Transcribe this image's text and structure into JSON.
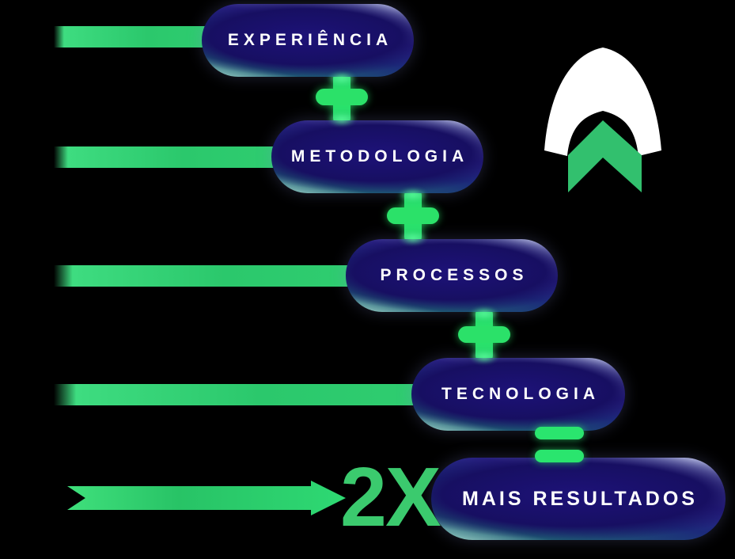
{
  "diagram": {
    "steps": [
      {
        "label": "EXPERIÊNCIA"
      },
      {
        "label": "METODOLOGIA"
      },
      {
        "label": "PROCESSOS"
      },
      {
        "label": "TECNOLOGIA"
      }
    ],
    "operators": {
      "plus": "+",
      "equals": "="
    },
    "result": {
      "multiplier": "2X",
      "label": "MAIS RESULTADOS"
    }
  },
  "colors": {
    "background": "#000000",
    "pill_core_navy": "#1a1070",
    "pill_rim_light": "#c9cdec",
    "pill_rim_teal": "#a8dfce",
    "lead_bar_green": "#2cc96d",
    "bright_green": "#2ae56e",
    "multiplier_green": "#3bca6e",
    "logo_white": "#ffffff",
    "logo_green": "#32c06e",
    "label_text": "#ffffff"
  },
  "icons": {
    "logo": "upward-rocket-chevron-logo",
    "plus": "plus-icon",
    "equals": "equals-icon",
    "arrow": "right-arrow-icon"
  }
}
